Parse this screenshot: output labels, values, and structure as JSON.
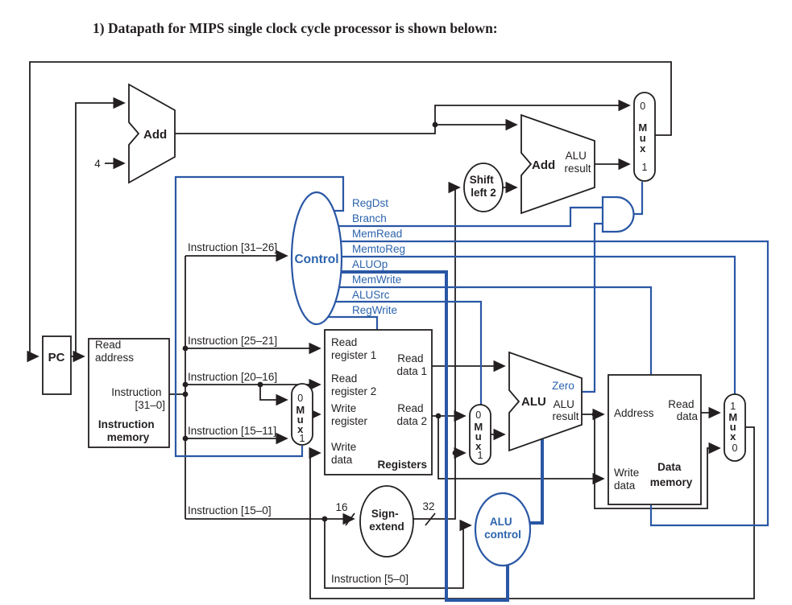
{
  "title": "1) Datapath for MIPS single clock cycle processor is shown belown:",
  "colors": {
    "wire_black": "#231f20",
    "wire_blue": "#2a57a5",
    "text_blue": "#2b63ad"
  },
  "labels": {
    "pc": "PC",
    "add": "Add",
    "alu": "ALU",
    "alu_result": [
      "ALU",
      "result"
    ],
    "zero": "Zero",
    "control": "Control",
    "shift_left": [
      "Shift",
      "left 2"
    ],
    "sign_extend": [
      "Sign-",
      "extend"
    ],
    "alu_control": [
      "ALU",
      "control"
    ],
    "four": "4",
    "sixteen": "16",
    "thirtytwo": "32"
  },
  "mux": {
    "m": "M",
    "u": "u",
    "x": "x",
    "in0": "0",
    "in1": "1"
  },
  "instruction_memory": {
    "read_address": [
      "Read",
      "address"
    ],
    "instruction_out": [
      "Instruction",
      "[31–0]"
    ],
    "title": [
      "Instruction",
      "memory"
    ]
  },
  "registers": {
    "read_register_1": [
      "Read",
      "register 1"
    ],
    "read_register_2": [
      "Read",
      "register 2"
    ],
    "write_register": [
      "Write",
      "register"
    ],
    "write_data": [
      "Write",
      "data"
    ],
    "read_data_1": [
      "Read",
      "data 1"
    ],
    "read_data_2": [
      "Read",
      "data 2"
    ],
    "title": "Registers"
  },
  "data_memory": {
    "address": "Address",
    "read_data": [
      "Read",
      "data"
    ],
    "write_data": [
      "Write",
      "data"
    ],
    "title": [
      "Data",
      "memory"
    ]
  },
  "control_signals": [
    "RegDst",
    "Branch",
    "MemRead",
    "MemtoReg",
    "ALUOp",
    "MemWrite",
    "ALUSrc",
    "RegWrite"
  ],
  "bus_labels": {
    "i31_26": "Instruction [31–26]",
    "i25_21": "Instruction [25–21]",
    "i20_16": "Instruction [20–16]",
    "i15_11": "Instruction [15–11]",
    "i15_0": "Instruction [15–0]",
    "i5_0": "Instruction [5–0]"
  }
}
